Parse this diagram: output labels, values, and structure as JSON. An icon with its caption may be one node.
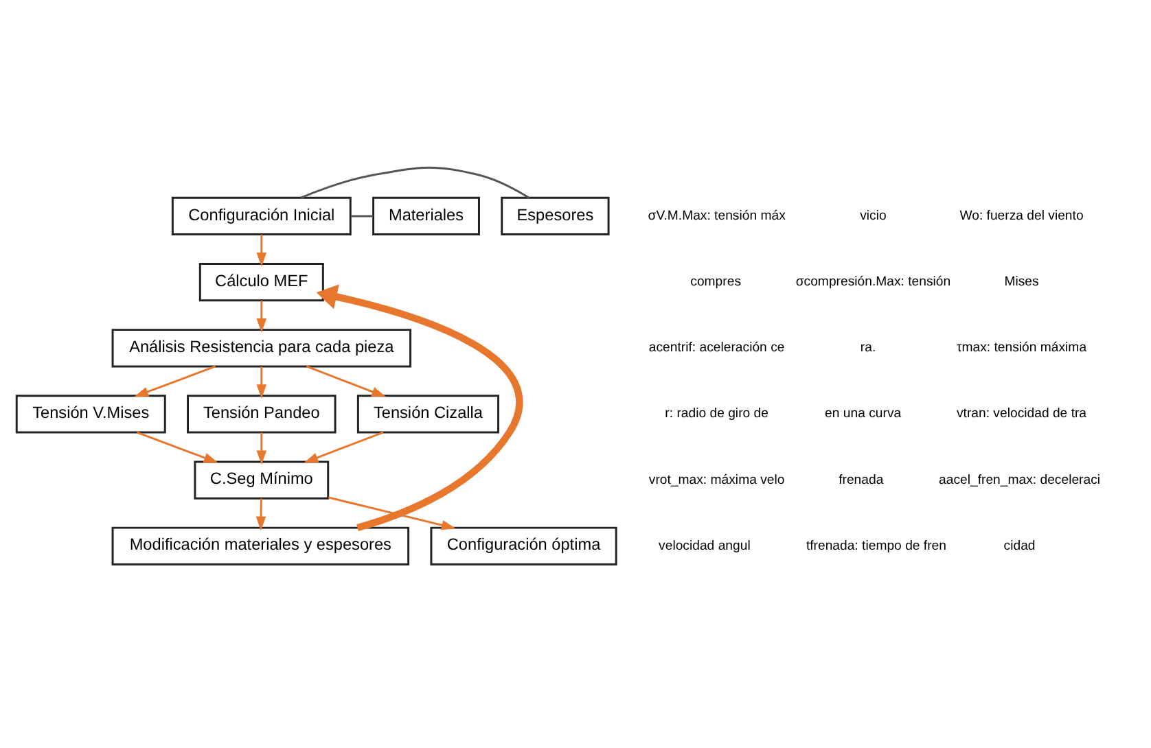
{
  "diagram": {
    "nodes": [
      {
        "text": [
          "Configuración Inicial"
        ]
      },
      {
        "text": [
          "Espesores"
        ]
      },
      {
        "text": [
          "Materiales"
        ]
      },
      {
        "text": [
          "Cálculo MEF"
        ]
      },
      {
        "text": [
          "Análisis Resistencia para cada pieza"
        ]
      },
      {
        "text": [
          "Tensión V.Mises"
        ]
      },
      {
        "text": [
          "Tensión Pandeo"
        ]
      },
      {
        "text": [
          "Tensión Cizalla"
        ]
      },
      {
        "text": [
          "Modificación materiales y espesores"
        ]
      },
      {
        "text": [
          "C.Seg Mínimo"
        ]
      },
      {
        "text": [
          "Configuración óptima"
        ]
      }
    ],
    "edges": [
      {
        "from": 0,
        "to": 1,
        "arrow": "none",
        "color": "#555555"
      },
      {
        "from": 0,
        "to": 2,
        "arrow": "none",
        "color": "#555555"
      },
      {
        "from": 0,
        "to": 3,
        "arrow": "to"
      },
      {
        "from": 3,
        "to": 4,
        "arrow": "to"
      },
      {
        "from": 4,
        "to": 5,
        "arrow": "to"
      },
      {
        "from": 4,
        "to": 6,
        "arrow": "to"
      },
      {
        "from": 4,
        "to": 7,
        "arrow": "to"
      },
      {
        "from": 5,
        "to": 9,
        "arrow": "to"
      },
      {
        "from": 6,
        "to": 9,
        "arrow": "to"
      },
      {
        "from": 7,
        "to": 9,
        "arrow": "to"
      },
      {
        "from": 9,
        "to": 8,
        "arrow": "to"
      },
      {
        "from": 8,
        "to": 3,
        "arrow": "to",
        "style": "thick"
      },
      {
        "from": 9,
        "to": 10,
        "arrow": "to"
      }
    ],
    "labels": [
      "Wo: fuerza del viento",
      "vicio",
      "σV.M.Max: tensión máx",
      "Mises",
      "σcompresión.Max: tensión",
      "compres",
      "τmax: tensión máxima",
      "ra.",
      "acentrif: aceleración ce",
      "vtran: velocidad de tra",
      "en una curva",
      "r: radio de giro de",
      "aacel_fren_max: deceleraci",
      "frenada",
      "vrot_max: máxima velo",
      "cidad",
      "tfrenada: tiempo de fren",
      "velocidad angul"
    ]
  }
}
